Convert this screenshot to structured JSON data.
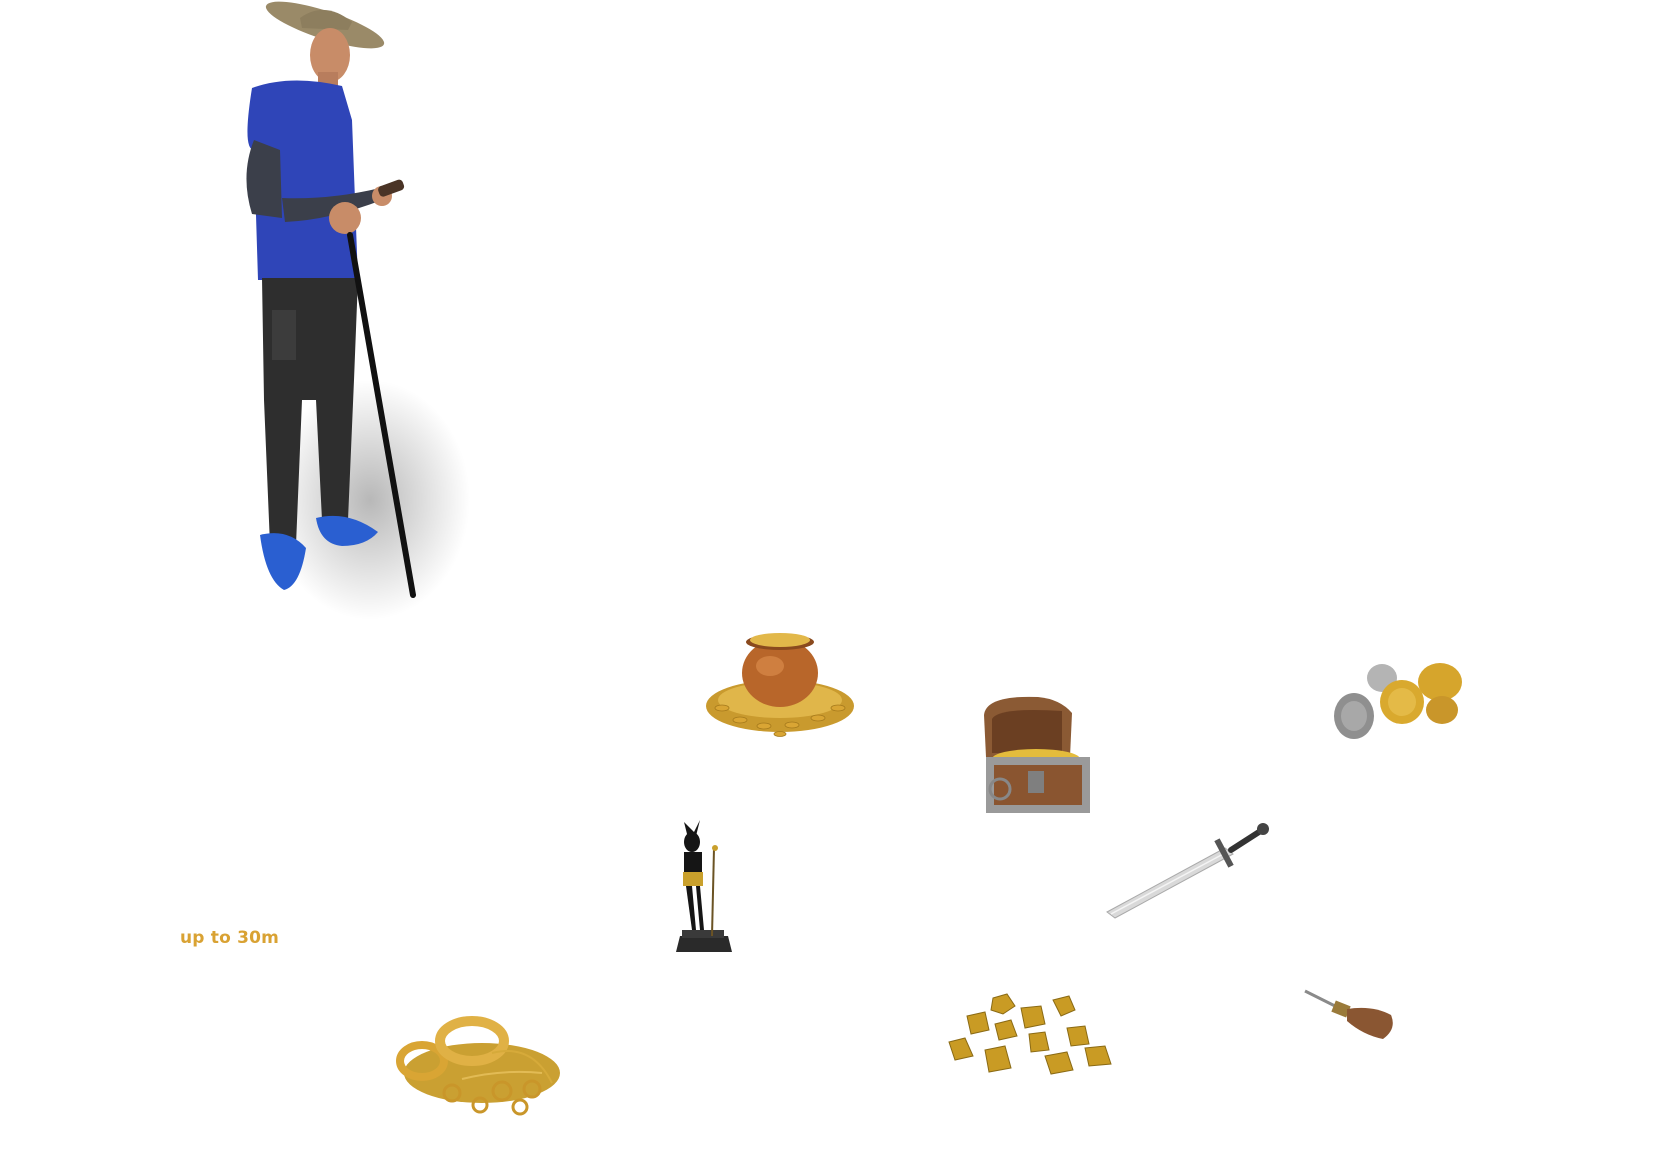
{
  "depth_label": "up to 30m",
  "items": [
    {
      "name": "person-with-metal-detector",
      "icon": "person-detector-icon"
    },
    {
      "name": "pot-of-gold-coins",
      "icon": "pot-of-gold-icon"
    },
    {
      "name": "treasure-chest",
      "icon": "treasure-chest-icon"
    },
    {
      "name": "ancient-coins",
      "icon": "coins-icon"
    },
    {
      "name": "anubis-statue",
      "icon": "statue-icon"
    },
    {
      "name": "sword",
      "icon": "sword-icon"
    },
    {
      "name": "gold-jewelry",
      "icon": "jewelry-icon"
    },
    {
      "name": "gold-nuggets",
      "icon": "nuggets-icon"
    },
    {
      "name": "small-shovel",
      "icon": "shovel-icon"
    }
  ],
  "colors": {
    "background": "#ffffff",
    "label": "#d9a233",
    "gold": "#d4a02a",
    "copper": "#b8662a",
    "shirt": "#2f45b8",
    "pants": "#2e2e2e"
  }
}
